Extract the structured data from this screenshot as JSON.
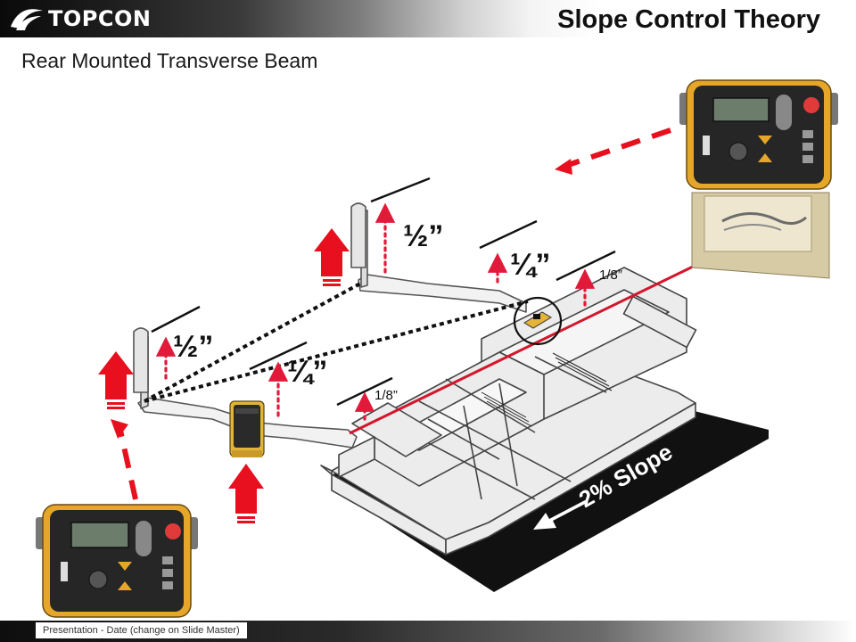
{
  "header": {
    "logo_text": "TOPCON",
    "title": "Slope Control Theory"
  },
  "subtitle": "Rear Mounted Transverse Beam",
  "labels": {
    "half_left": "½”",
    "quarter_left": "¼”",
    "eighth_left": "1/8”",
    "half_right": "½”",
    "quarter_right": "¼”",
    "eighth_right": "1/8”"
  },
  "slope_label": "2% Slope",
  "footer": {
    "text": "Presentation - Date (change on Slide Master)"
  },
  "colors": {
    "accent_red": "#e8101e",
    "dotted_red": "#e21a3a",
    "laser_red": "#d4162c",
    "device_yellow": "#e3b33a"
  },
  "icons": {
    "logo": "topcon-swoosh-logo",
    "control_box": "system-five-control-box",
    "sensor": "slope-sensor"
  }
}
